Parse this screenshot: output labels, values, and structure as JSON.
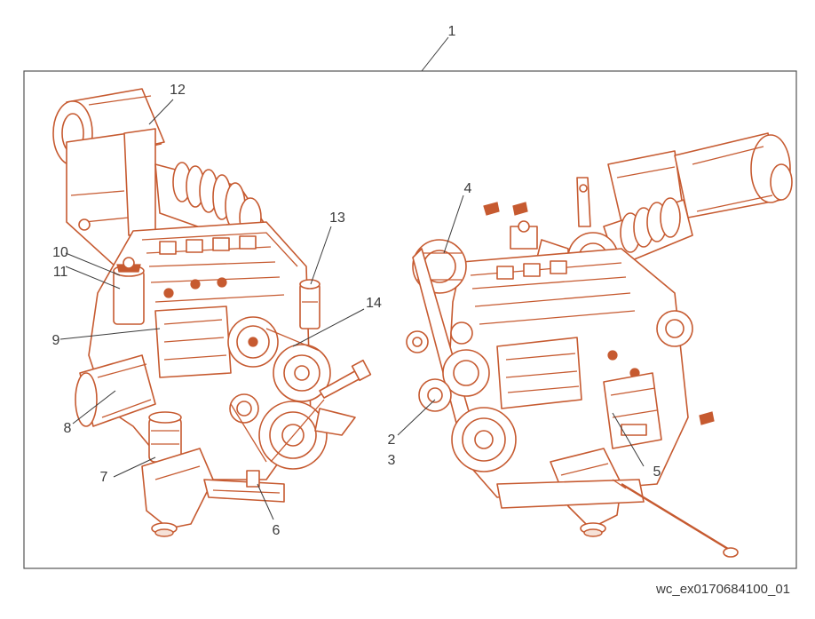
{
  "diagram": {
    "reference_code": "wc_ex0170684100_01",
    "colors": {
      "engine": "#c65a30",
      "text": "#3a3a3a",
      "frame": "#555555",
      "background": "#ffffff"
    },
    "callouts": [
      {
        "id": "c1",
        "label": "1"
      },
      {
        "id": "c2",
        "label": "2"
      },
      {
        "id": "c3",
        "label": "3"
      },
      {
        "id": "c4",
        "label": "4"
      },
      {
        "id": "c5",
        "label": "5"
      },
      {
        "id": "c6",
        "label": "6"
      },
      {
        "id": "c7",
        "label": "7"
      },
      {
        "id": "c8",
        "label": "8"
      },
      {
        "id": "c9",
        "label": "9"
      },
      {
        "id": "c10",
        "label": "10"
      },
      {
        "id": "c11",
        "label": "11"
      },
      {
        "id": "c12",
        "label": "12"
      },
      {
        "id": "c13",
        "label": "13"
      },
      {
        "id": "c14",
        "label": "14"
      }
    ]
  }
}
